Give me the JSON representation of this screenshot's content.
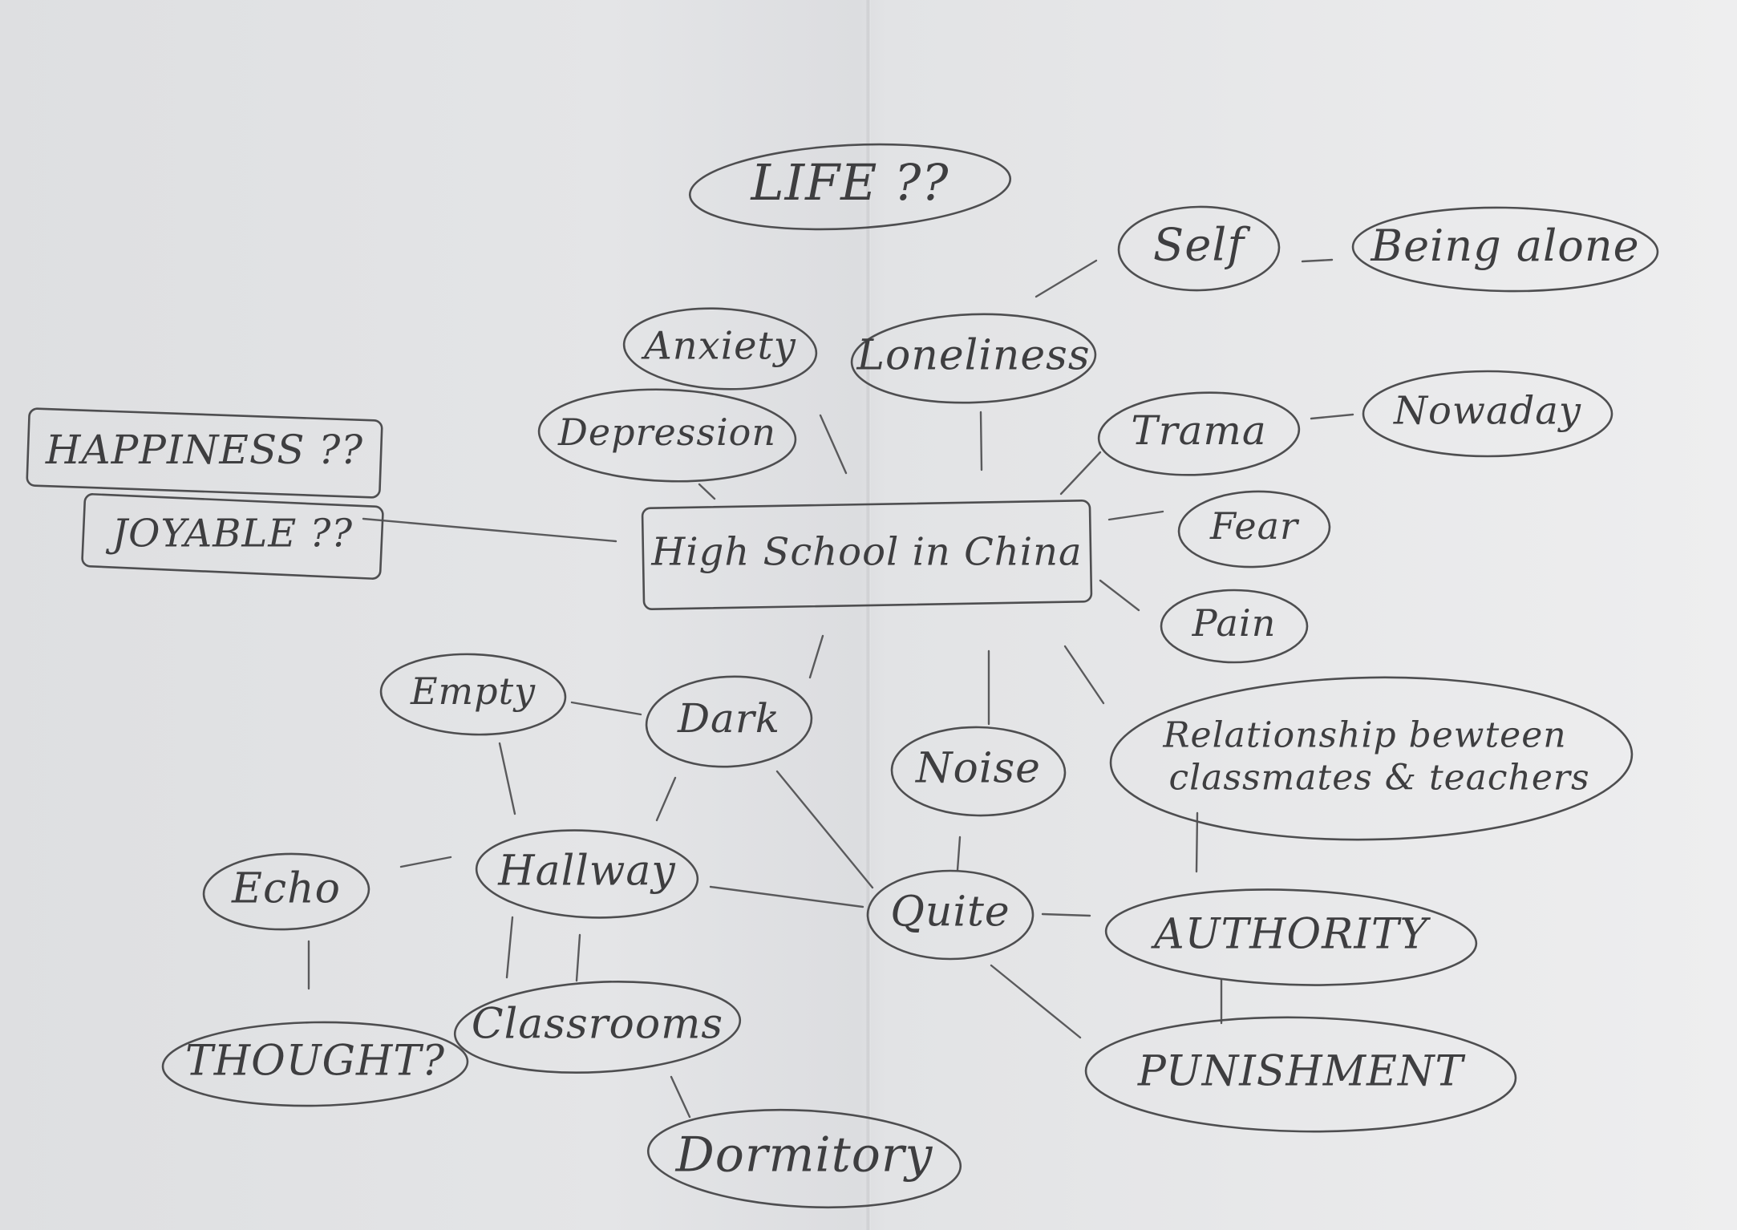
{
  "nodes": [
    {
      "id": "life",
      "text": "LIFE ??",
      "shape": "ellipse"
    },
    {
      "id": "self",
      "text": "Self",
      "shape": "ellipse"
    },
    {
      "id": "being-alone",
      "text": "Being alone",
      "shape": "ellipse"
    },
    {
      "id": "anxiety",
      "text": "Anxiety",
      "shape": "ellipse"
    },
    {
      "id": "loneliness",
      "text": "Loneliness",
      "shape": "ellipse"
    },
    {
      "id": "nowaday",
      "text": "Nowaday",
      "shape": "ellipse"
    },
    {
      "id": "depression",
      "text": "Depression",
      "shape": "ellipse"
    },
    {
      "id": "trama",
      "text": "Trama",
      "shape": "ellipse"
    },
    {
      "id": "happiness",
      "text": "HAPPINESS ??",
      "shape": "rect"
    },
    {
      "id": "joyable",
      "text": "JOYABLE ??",
      "shape": "rect"
    },
    {
      "id": "high-school",
      "text": "High School in China",
      "shape": "rect"
    },
    {
      "id": "fear",
      "text": "Fear",
      "shape": "ellipse"
    },
    {
      "id": "pain",
      "text": "Pain",
      "shape": "ellipse"
    },
    {
      "id": "empty",
      "text": "Empty",
      "shape": "ellipse"
    },
    {
      "id": "dark",
      "text": "Dark",
      "shape": "ellipse"
    },
    {
      "id": "relationship",
      "text": "Relationship bewteen\nclassmates & teachers",
      "shape": "ellipse"
    },
    {
      "id": "noise",
      "text": "Noise",
      "shape": "ellipse"
    },
    {
      "id": "hallway",
      "text": "Hallway",
      "shape": "ellipse"
    },
    {
      "id": "echo",
      "text": "Echo",
      "shape": "ellipse"
    },
    {
      "id": "quite",
      "text": "Quite",
      "shape": "ellipse"
    },
    {
      "id": "authority",
      "text": "AUTHORITY",
      "shape": "ellipse"
    },
    {
      "id": "classrooms",
      "text": "Classrooms",
      "shape": "ellipse"
    },
    {
      "id": "thought",
      "text": "THOUGHT?",
      "shape": "ellipse"
    },
    {
      "id": "punishment",
      "text": "PUNISHMENT",
      "shape": "ellipse"
    },
    {
      "id": "dormitory",
      "text": "Dormitory",
      "shape": "ellipse"
    }
  ],
  "edges": [
    [
      "loneliness",
      "self"
    ],
    [
      "self",
      "being-alone"
    ],
    [
      "trama",
      "nowaday"
    ],
    [
      "anxiety",
      "high-school"
    ],
    [
      "loneliness",
      "high-school"
    ],
    [
      "depression",
      "high-school"
    ],
    [
      "trama",
      "high-school"
    ],
    [
      "joyable",
      "high-school"
    ],
    [
      "fear",
      "high-school"
    ],
    [
      "pain",
      "high-school"
    ],
    [
      "relationship",
      "high-school"
    ],
    [
      "noise",
      "high-school"
    ],
    [
      "dark",
      "high-school"
    ],
    [
      "empty",
      "dark"
    ],
    [
      "empty",
      "hallway"
    ],
    [
      "dark",
      "hallway"
    ],
    [
      "dark",
      "quite"
    ],
    [
      "hallway",
      "echo"
    ],
    [
      "hallway",
      "quite"
    ],
    [
      "hallway",
      "classrooms"
    ],
    [
      "hallway",
      "classrooms"
    ],
    [
      "noise",
      "quite"
    ],
    [
      "quite",
      "authority"
    ],
    [
      "relationship",
      "authority"
    ],
    [
      "authority",
      "punishment"
    ],
    [
      "quite",
      "punishment"
    ],
    [
      "echo",
      "thought"
    ],
    [
      "classrooms",
      "dormitory"
    ]
  ]
}
